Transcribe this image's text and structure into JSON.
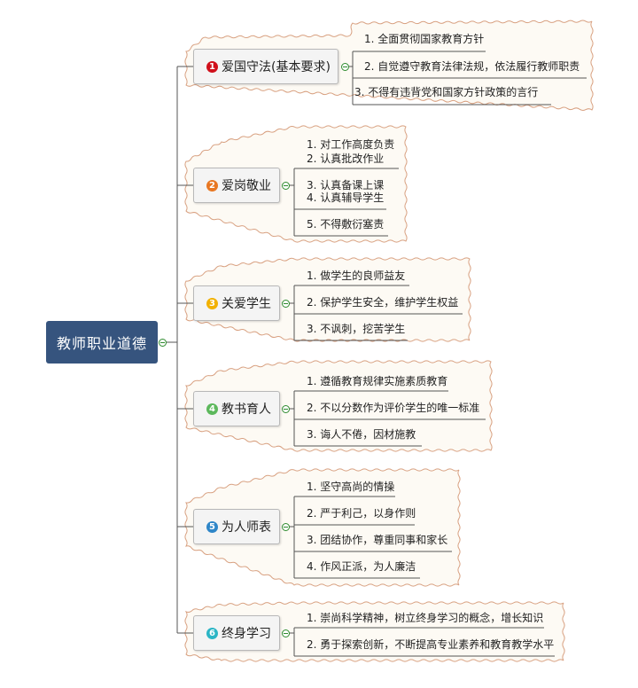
{
  "root": "教师职业道德",
  "branches": [
    {
      "num": "1",
      "color": "#d0101b",
      "label": "爱国守法(基本要求)",
      "items": [
        "1. 全面贯彻国家教育方针",
        "2. 自觉遵守教育法律法规，依法履行教师职责",
        "3. 不得有违背党和国家方针政策的言行"
      ]
    },
    {
      "num": "2",
      "color": "#e87722",
      "label": "爱岗敬业",
      "items": [
        "1. 对工作高度负责",
        "2. 认真批改作业",
        "3. 认真备课上课",
        "4. 认真辅导学生",
        "5. 不得敷衍塞责"
      ]
    },
    {
      "num": "3",
      "color": "#f2b100",
      "label": "关爱学生",
      "items": [
        "1. 做学生的良师益友",
        "2. 保护学生安全，维护学生权益",
        "3. 不讽刺，挖苦学生"
      ]
    },
    {
      "num": "4",
      "color": "#5cb85c",
      "label": "教书育人",
      "items": [
        "1. 遵循教育规律实施素质教育",
        "2. 不以分数作为评价学生的唯一标准",
        "3. 诲人不倦，因材施教"
      ]
    },
    {
      "num": "5",
      "color": "#2f86c8",
      "label": "为人师表",
      "items": [
        "1. 坚守高尚的情操",
        "2. 严于利己，以身作则",
        "3. 团结协作，尊重同事和家长",
        "4. 作风正派，为人廉洁"
      ]
    },
    {
      "num": "6",
      "color": "#2bb5c5",
      "label": "终身学习",
      "items": [
        "1. 崇尚科学精神，树立终身学习的概念，增长知识",
        "2. 勇于探索创新，不断提高专业素养和教育教学水平"
      ]
    }
  ]
}
